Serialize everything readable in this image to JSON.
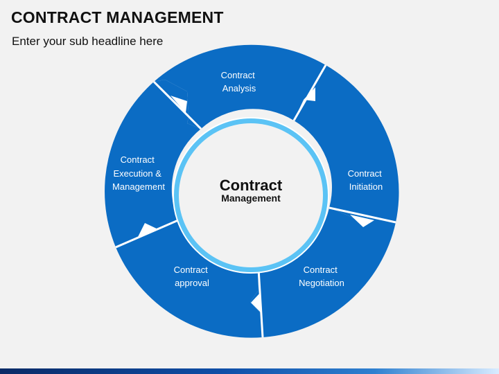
{
  "slide": {
    "title": "CONTRACT MANAGEMENT",
    "subtitle": "Enter your sub headline here"
  },
  "diagram": {
    "center": {
      "title": "Contract",
      "subtitle": "Management"
    },
    "segments": [
      {
        "lines": [
          "Contract",
          "Analysis"
        ]
      },
      {
        "lines": [
          "Contract",
          "Initiation"
        ]
      },
      {
        "lines": [
          "Contract",
          "Negotiation"
        ]
      },
      {
        "lines": [
          "Contract",
          "approval"
        ]
      },
      {
        "lines": [
          "Contract",
          "Execution &",
          "Management"
        ]
      }
    ],
    "colors": {
      "segment_fill": "#0b6cc4",
      "ring": "#5bc3f5",
      "center_fill": "#f2f2f2",
      "separator": "#ffffff"
    }
  }
}
